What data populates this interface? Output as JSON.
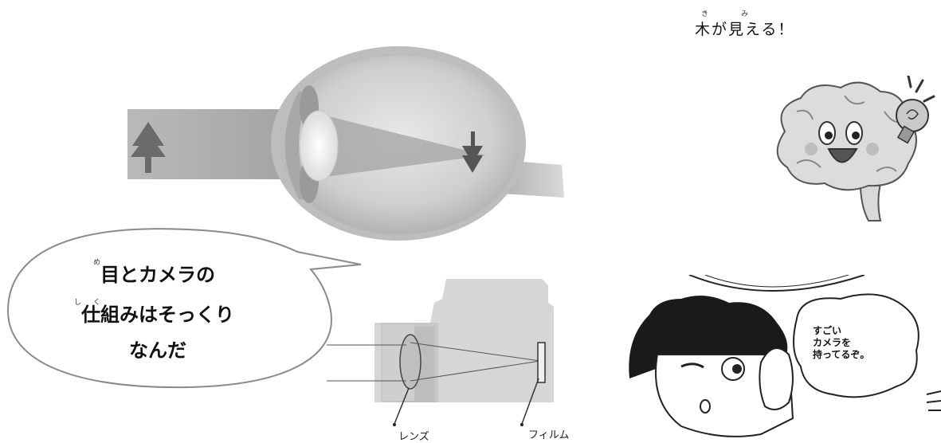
{
  "caption": {
    "text": "木が見える！",
    "ruby_ki": "き",
    "ruby_mi": "み"
  },
  "speech_bubble": {
    "line1": "目とカメラの",
    "line2": "仕組みはそっくり",
    "line3": "なんだ",
    "ruby_me": "め",
    "ruby_shi": "し",
    "ruby_ku": "く"
  },
  "camera_labels": {
    "lens": "レンズ",
    "film": "フィルム"
  },
  "manga": {
    "line1": "すごい",
    "line2": "カメラを",
    "line3": "持ってるぞ。"
  }
}
